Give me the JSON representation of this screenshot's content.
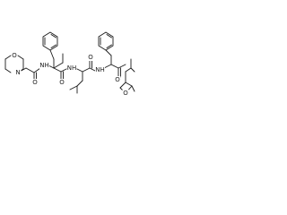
{
  "molecule": {
    "atom_labels": {
      "morpholine_O": "O",
      "morpholine_N": "N",
      "amide1_O": "O",
      "amide1_NH": "NH",
      "amide2_O": "O",
      "amide2_NH": "NH",
      "amide3_O": "O",
      "amide3_NH": "NH",
      "ketone_O": "O",
      "epoxide_O": "O"
    },
    "line_color": "#1a1a1a",
    "background": "#ffffff"
  }
}
